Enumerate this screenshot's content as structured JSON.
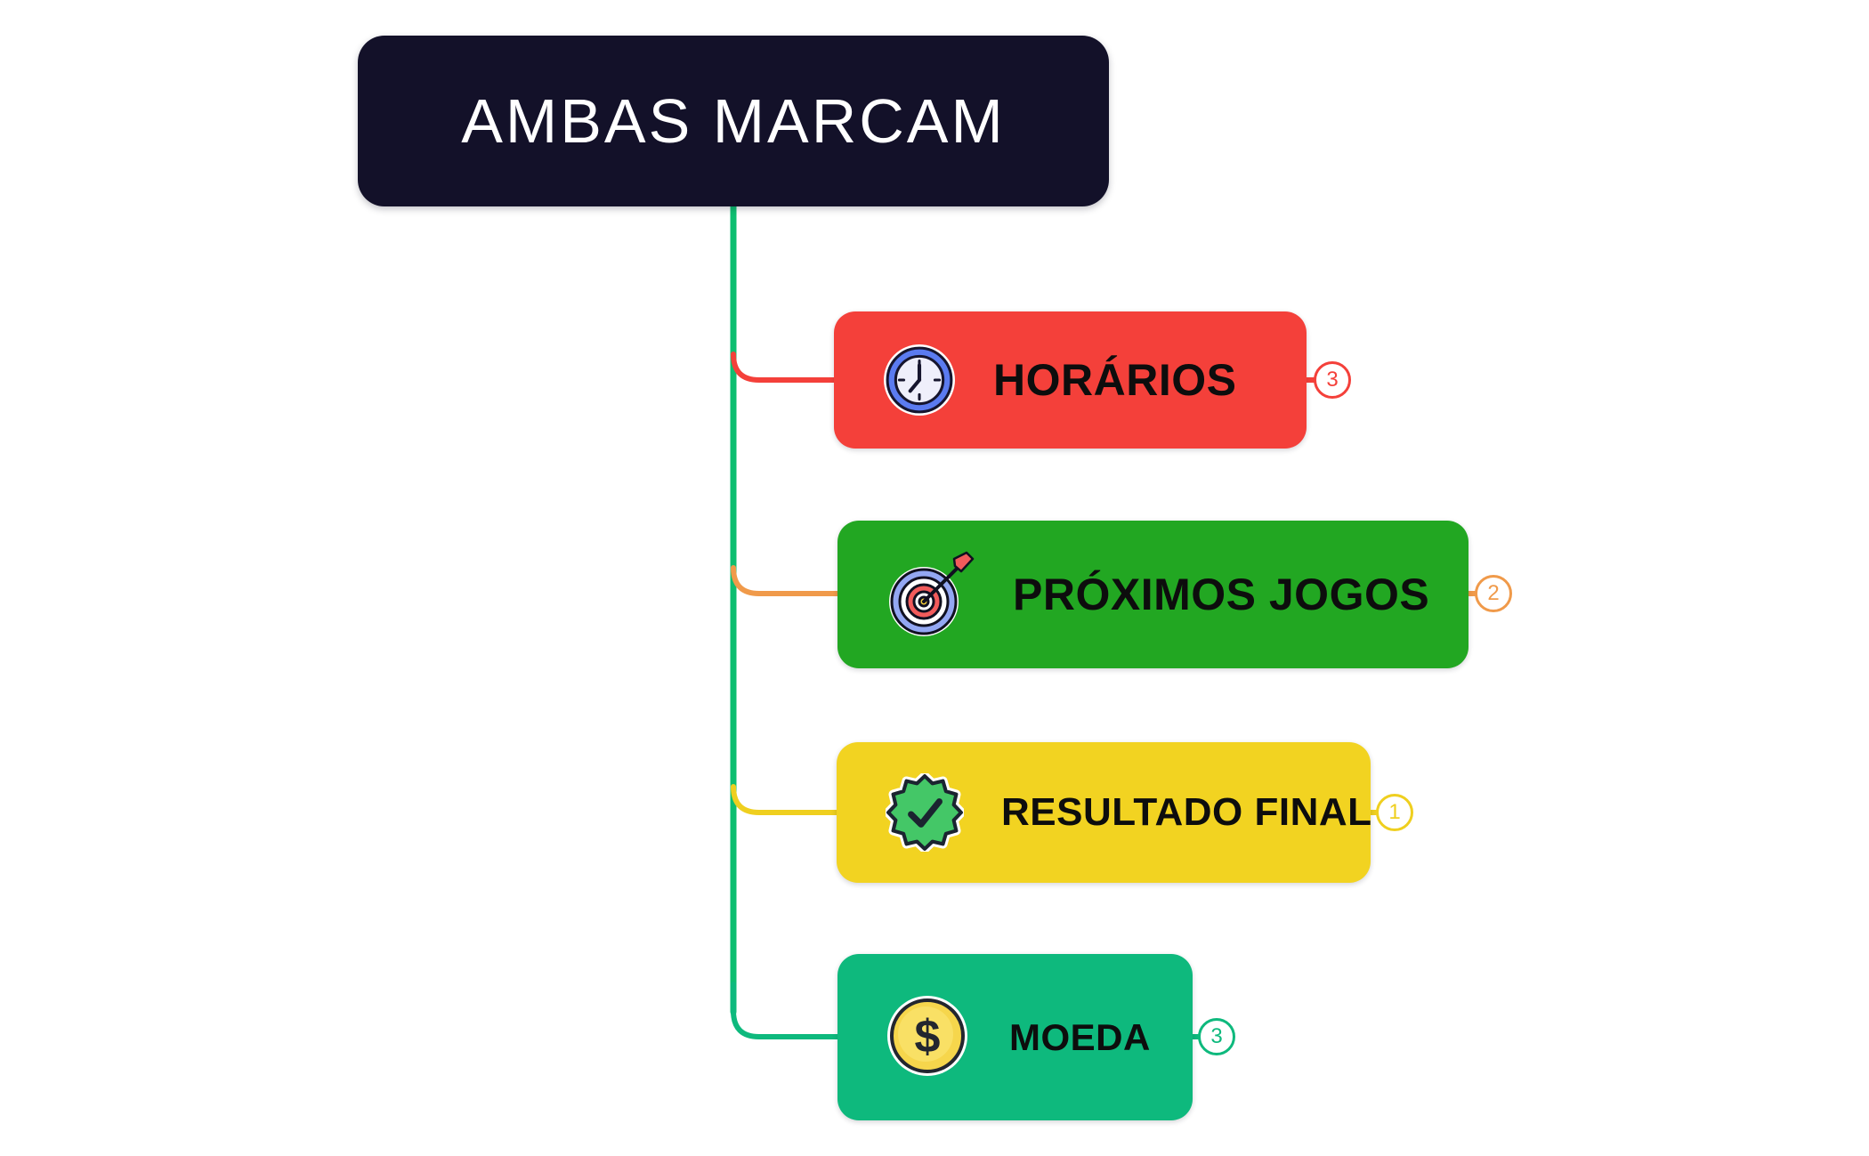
{
  "root": {
    "label": "AMBAS MARCAM",
    "bg_color": "#131129",
    "text_color": "#FFFFFF"
  },
  "trunk_color": "#0DBE70",
  "nodes": [
    {
      "label": "HORÁRIOS",
      "icon": "clock-icon",
      "bg_color": "#F4403A",
      "text_color": "#0D0D0D",
      "connector_color": "#F4403A",
      "badge": {
        "value": "3",
        "color": "#F4403A"
      }
    },
    {
      "label": "PRÓXIMOS JOGOS",
      "icon": "dartboard-icon",
      "bg_color": "#22A722",
      "text_color": "#0D0D0D",
      "connector_color": "#F09A4A",
      "badge": {
        "value": "2",
        "color": "#F09A4A"
      }
    },
    {
      "label": "RESULTADO FINAL",
      "icon": "seal-check-icon",
      "bg_color": "#F2D321",
      "text_color": "#0D0D0D",
      "connector_color": "#EFCF1F",
      "badge": {
        "value": "1",
        "color": "#EFCF1F"
      }
    },
    {
      "label": "MOEDA",
      "icon": "coin-icon",
      "bg_color": "#0EB97D",
      "text_color": "#0D0D0D",
      "connector_color": "#0EB97D",
      "badge": {
        "value": "3",
        "color": "#0EB97D"
      }
    }
  ]
}
